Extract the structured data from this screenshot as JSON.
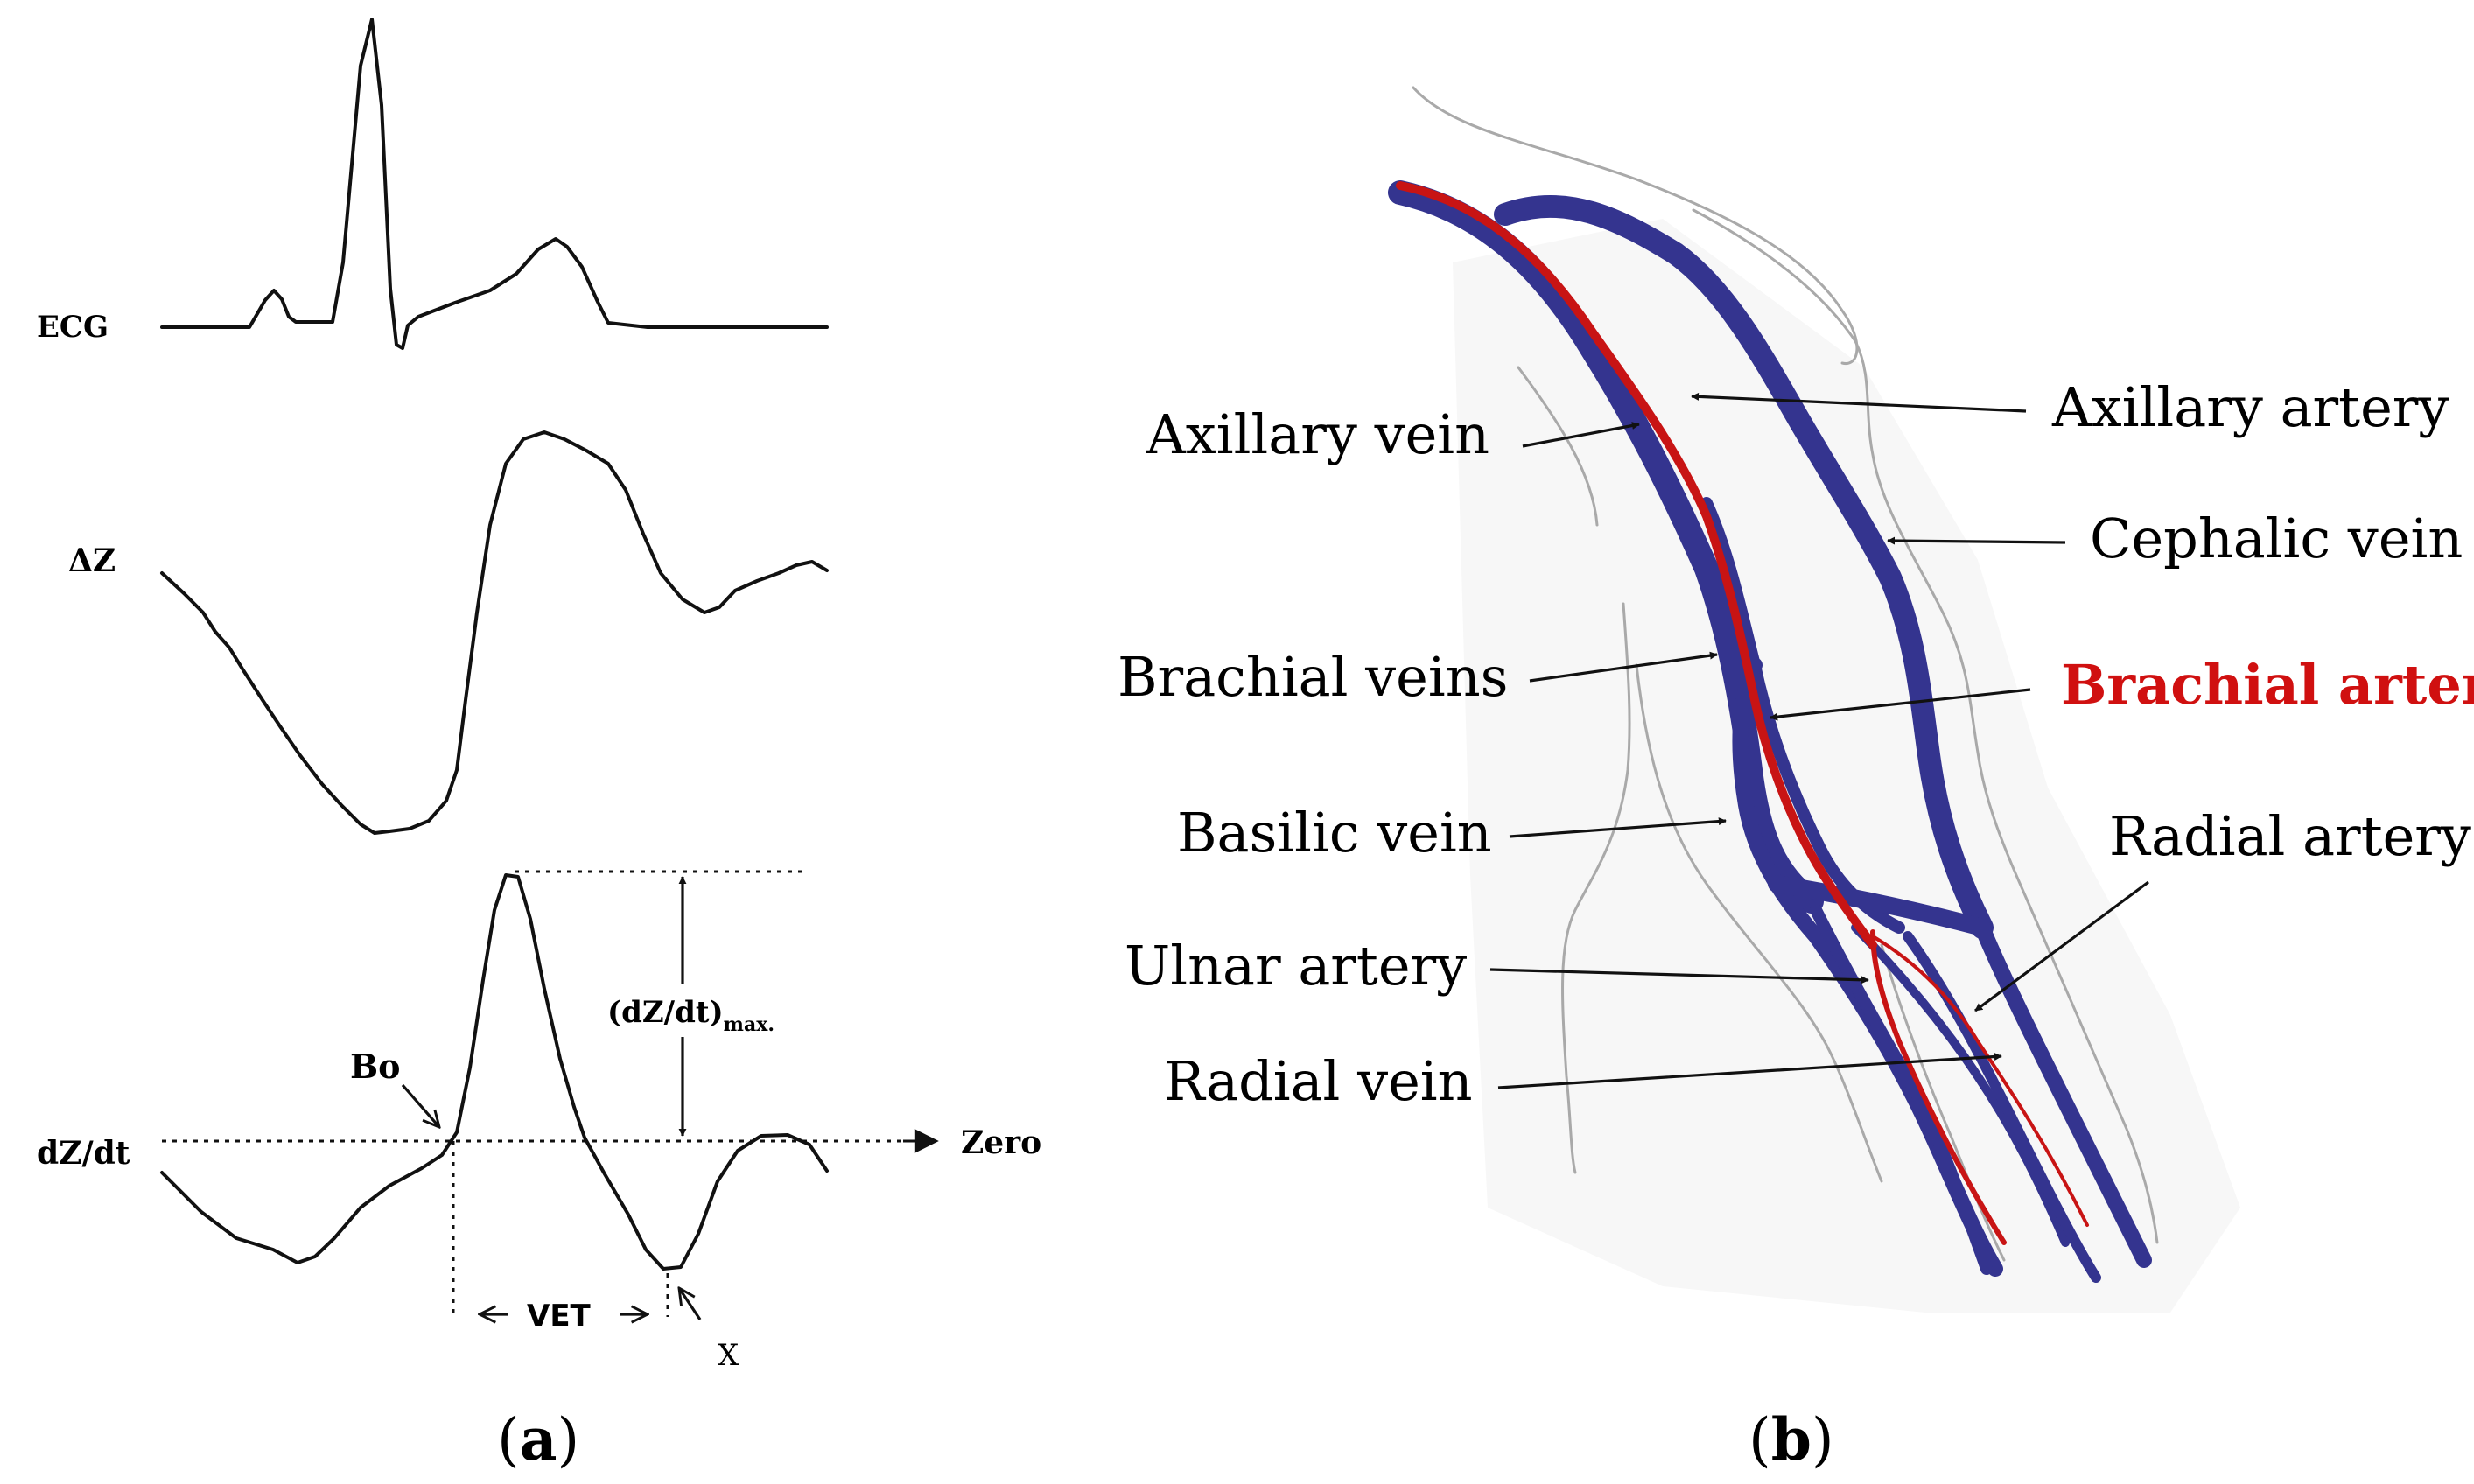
{
  "panel_a": {
    "ecg_label": "ECG",
    "dz_label": "ΔZ",
    "dzdt_label": "dZ/dt",
    "bo_label": "Bo",
    "zero_label": "Zero",
    "max_label_main": "(dZ/dt)",
    "max_label_sub": "max.",
    "vet_label": "VET",
    "x_label": "X",
    "caption_open": "(",
    "caption_letter": "a",
    "caption_close": ")"
  },
  "panel_b": {
    "labels": {
      "axillary_vein": "Axillary vein",
      "axillary_artery": "Axillary artery",
      "cephalic_vein": "Cephalic vein",
      "brachial_veins": "Brachial veins",
      "brachial_artery": "Brachial artery",
      "basilic_vein": "Basilic vein",
      "radial_artery": "Radial artery",
      "ulnar_artery": "Ulnar artery",
      "radial_vein": "Radial vein"
    },
    "colors": {
      "vein": "#34348f",
      "artery": "#c81414",
      "highlight_label": "#d01010"
    },
    "caption_open": "(",
    "caption_letter": "b",
    "caption_close": ")"
  }
}
